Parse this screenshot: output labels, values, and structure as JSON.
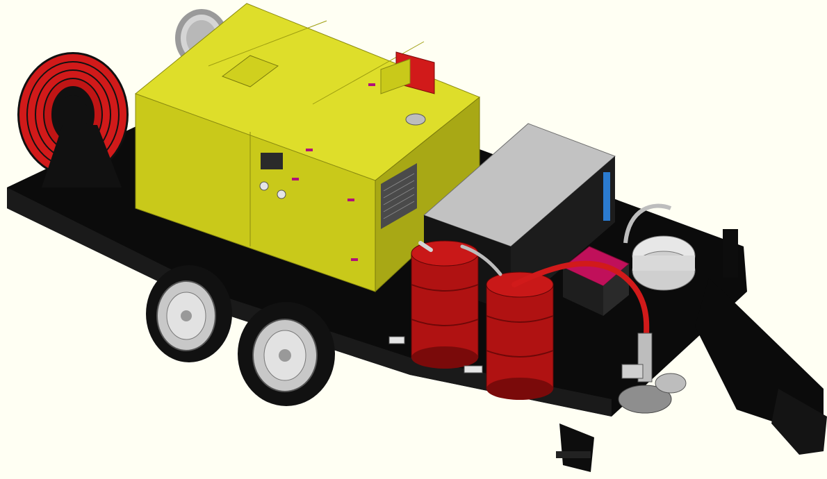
{
  "image": {
    "subject": "trailer-mounted-equipment-3d-model",
    "background_color": "#fffff3"
  },
  "colors": {
    "trailer_frame": "#0b0b0b",
    "enclosure_yellow": "#c9c91a",
    "enclosure_yellow_light": "#dede2a",
    "enclosure_yellow_dark": "#9e9e10",
    "hose_red": "#d11a1a",
    "hose_red_dark": "#7a0a0a",
    "drum_red": "#b01212",
    "panel_grey": "#bdbdbd",
    "panel_grey_dark": "#8e8e8e",
    "tire_black": "#111111",
    "rim_silver": "#d6d6d6",
    "pipe_blue": "#2b7bd0",
    "accent_magenta": "#b0107a"
  },
  "components": [
    {
      "name": "hose-reel",
      "icon": "hose-reel-icon"
    },
    {
      "name": "blower-fan-housing",
      "icon": "fan-icon"
    },
    {
      "name": "generator-enclosure",
      "icon": "generator-icon"
    },
    {
      "name": "control-panel-cabinet",
      "icon": "cabinet-icon"
    },
    {
      "name": "red-drum-left",
      "icon": "drum-icon"
    },
    {
      "name": "red-drum-right",
      "icon": "drum-icon"
    },
    {
      "name": "battery",
      "icon": "battery-icon"
    },
    {
      "name": "pump-assembly",
      "icon": "pump-icon"
    },
    {
      "name": "tandem-wheels",
      "icon": "wheel-icon"
    },
    {
      "name": "trailer-tongue",
      "icon": "hitch-icon"
    }
  ]
}
